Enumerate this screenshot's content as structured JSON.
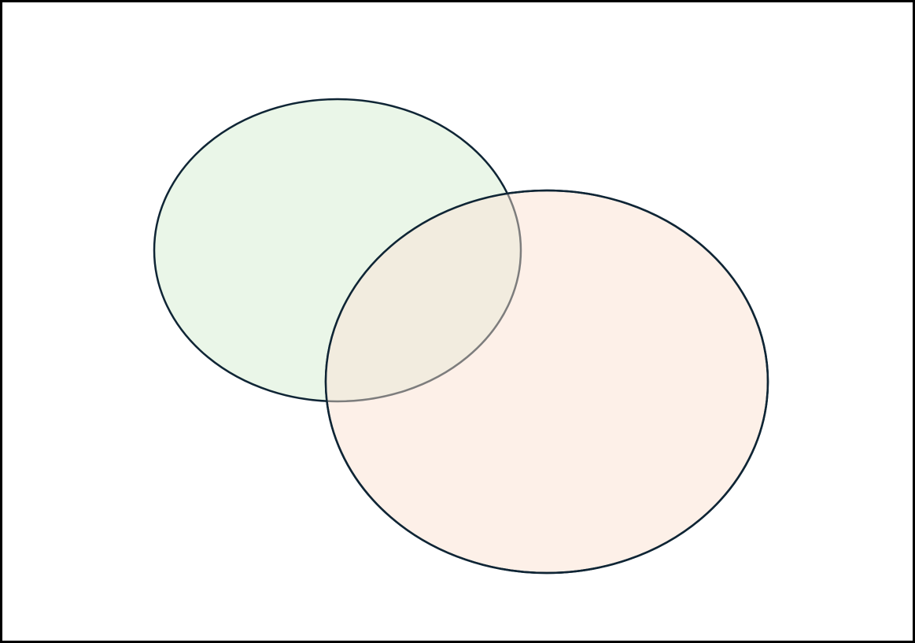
{
  "diagram": {
    "type": "venn",
    "sets": [
      {
        "id": "set-a",
        "fill": "#eaf6e8",
        "stroke": "#0f2535"
      },
      {
        "id": "set-b",
        "fill": "#fdf0e8",
        "stroke": "#0f2535"
      }
    ],
    "overlap_fill": "#f2ecdf",
    "frame_color": "#000000",
    "background": "#ffffff"
  }
}
